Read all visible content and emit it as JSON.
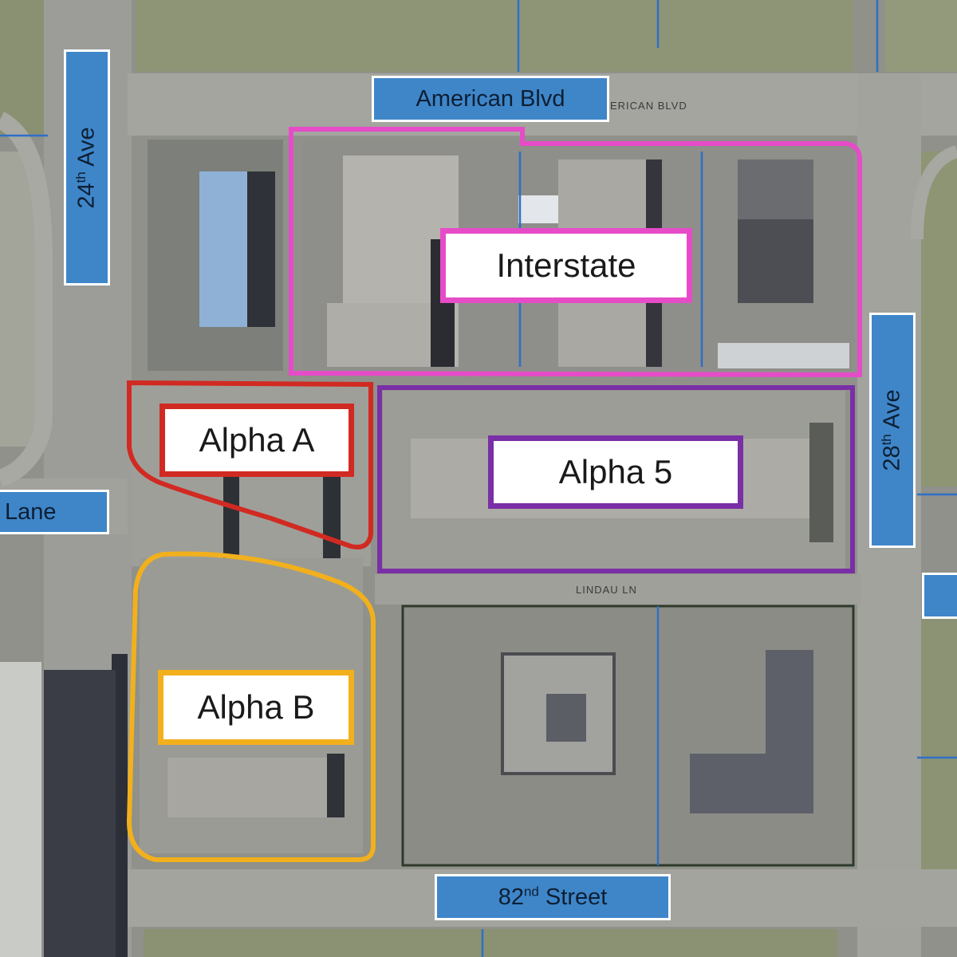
{
  "colors": {
    "interstate": "#e64cc8",
    "alpha_a": "#d12a22",
    "alpha_5": "#7a2fa6",
    "alpha_b": "#f2b01c",
    "street_label_bg": "#3f86c9",
    "parcel_line": "#2f6fc7"
  },
  "streets": {
    "american_blvd": "American Blvd",
    "ave_24_num": "24",
    "ave_24_sup": "th",
    "ave_24_name": " Ave",
    "ave_28_num": "28",
    "ave_28_sup": "th",
    "ave_28_name": " Ave",
    "street_82_num": "82",
    "street_82_sup": "nd",
    "street_82_name": " Street",
    "lane": "Lane",
    "map_text_american": "ERICAN  BLVD",
    "map_text_lindau": "LINDAU  LN"
  },
  "zones": {
    "interstate": "Interstate",
    "alpha_a": "Alpha A",
    "alpha_5": "Alpha 5",
    "alpha_b": "Alpha B"
  }
}
